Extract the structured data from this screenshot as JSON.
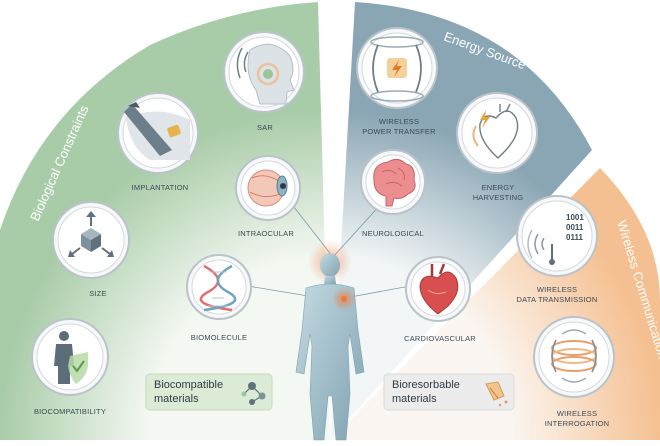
{
  "sections": {
    "biological": {
      "title": "Biological Constraints",
      "color": "#8fbb90"
    },
    "energy": {
      "title": "Energy Source",
      "color": "#7f9bab"
    },
    "wireless": {
      "title": "Wireless Communication",
      "color": "#f2b27c"
    }
  },
  "outer_nodes": {
    "biocompatibility": "BIOCOMPATIBILITY",
    "size": "SIZE",
    "implantation": "IMPLANTATION",
    "sar": "SAR",
    "wireless_power": [
      "WIRELESS",
      "POWER TRANSFER"
    ],
    "energy_harvesting": [
      "ENERGY",
      "HARVESTING"
    ],
    "data_transmission": [
      "WIRELESS",
      "DATA TRANSMISSION"
    ],
    "interrogation": [
      "WIRELESS",
      "INTERROGATION"
    ]
  },
  "binary_code": [
    "1001",
    "0011",
    "0111"
  ],
  "inner_nodes": {
    "intraocular": "INTRAOCULAR",
    "neurological": "NEUROLOGICAL",
    "biomolecule": "BIOMOLECULE",
    "cardiovascular": "CARDIOVASCULAR"
  },
  "materials": {
    "biocompatible": [
      "Biocompatible",
      "materials"
    ],
    "bioresorbable": [
      "Bioresorbable",
      "materials"
    ]
  },
  "colors": {
    "body": "#9dbcc8",
    "highlight": "#f08a4b",
    "node_border": "#b9c3c9"
  }
}
